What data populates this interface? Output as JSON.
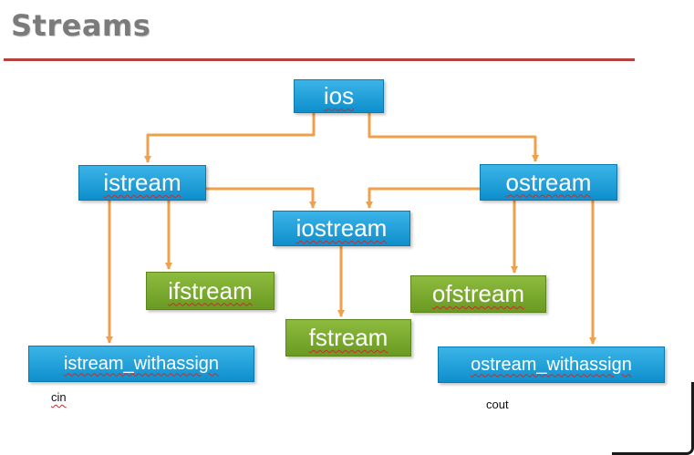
{
  "slide": {
    "title": "Streams"
  },
  "nodes": {
    "ios": "ios",
    "istream": "istream",
    "ostream": "ostream",
    "iostream": "iostream",
    "ifstream": "ifstream",
    "ofstream": "ofstream",
    "fstream": "fstream",
    "istream_withassign": "istream_withassign",
    "ostream_withassign": "ostream_withassign"
  },
  "objects": {
    "cin": "cin",
    "cout": "cout"
  },
  "colors": {
    "base_class_box": "#1a9fdb",
    "file_class_box": "#7aab2e",
    "connector": "#f0a04b",
    "title_rule": "#b4413b",
    "title_text": "#7b7b7b"
  },
  "edges": [
    {
      "from": "ios",
      "to": "istream"
    },
    {
      "from": "ios",
      "to": "ostream"
    },
    {
      "from": "istream",
      "to": "iostream"
    },
    {
      "from": "ostream",
      "to": "iostream"
    },
    {
      "from": "istream",
      "to": "ifstream"
    },
    {
      "from": "istream",
      "to": "istream_withassign"
    },
    {
      "from": "iostream",
      "to": "fstream"
    },
    {
      "from": "ostream",
      "to": "ofstream"
    },
    {
      "from": "ostream",
      "to": "ostream_withassign"
    }
  ]
}
